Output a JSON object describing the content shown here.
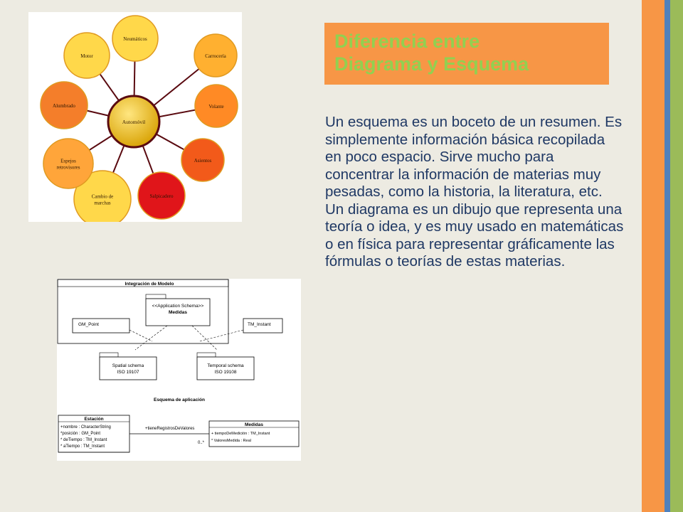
{
  "title": {
    "line1": "Diferencia entre",
    "line2": "Diagrama y Esquema"
  },
  "body": {
    "paragraph1": "Un esquema es un boceto de un resumen. Es simplemente información básica recopilada en poco espacio. Sirve mucho para concentrar la información de materias muy pesadas, como la historia, la literatura, etc.",
    "paragraph2": "Un diagrama es un dibujo que representa una teoría o idea, y es muy usado en matemáticas o en física para representar gráficamente las fórmulas o teorías de estas materias."
  },
  "mindmap": {
    "center": "Automóvil",
    "nodes": [
      {
        "lines": [
          "Neumáticos"
        ],
        "color": "#ffd84a"
      },
      {
        "lines": [
          "Carrocería"
        ],
        "color": "#ffb030"
      },
      {
        "lines": [
          "Volante"
        ],
        "color": "#ff8a25"
      },
      {
        "lines": [
          "Asientos"
        ],
        "color": "#f25a1a"
      },
      {
        "lines": [
          "Salpicadero"
        ],
        "color": "#e0151a"
      },
      {
        "lines": [
          "Cambio de",
          "marchas"
        ],
        "color": "#ffd84a"
      },
      {
        "lines": [
          "Espejos",
          "retrovisores"
        ],
        "color": "#ffa53a"
      },
      {
        "lines": [
          "Alumbrado"
        ],
        "color": "#f47e2a"
      },
      {
        "lines": [
          "Motor"
        ],
        "color": "#ffd84a"
      }
    ]
  },
  "uml": {
    "frame_title": "Integración de Modelo",
    "app_schema_stereotype": "<<Application Schema>>",
    "app_schema_name": "Medidas",
    "gm_point": "GM_Point",
    "tm_instant": "TM_Instant",
    "spatial_line1": "Spatial schema",
    "spatial_line2": "ISO 19107",
    "temporal_line1": "Temporal schema",
    "temporal_line2": "ISO 19108",
    "esquema_title": "Esquema de aplicación",
    "estacion_title": "Estación",
    "estacion_attrs": [
      "+nombre : CharacterString",
      "*posición    : GM_Point",
      "*  deTiempo    : TM_Instant",
      "*  aTiempo : TM_Instant"
    ],
    "association_label": "+tieneRegistrosDeValores",
    "multiplicity": "0..*",
    "medidas_title": "Medidas",
    "medidas_attrs": [
      "+ tiempoDeMedición         : TM_Instant",
      "* ValoresMedida            : Real"
    ]
  }
}
